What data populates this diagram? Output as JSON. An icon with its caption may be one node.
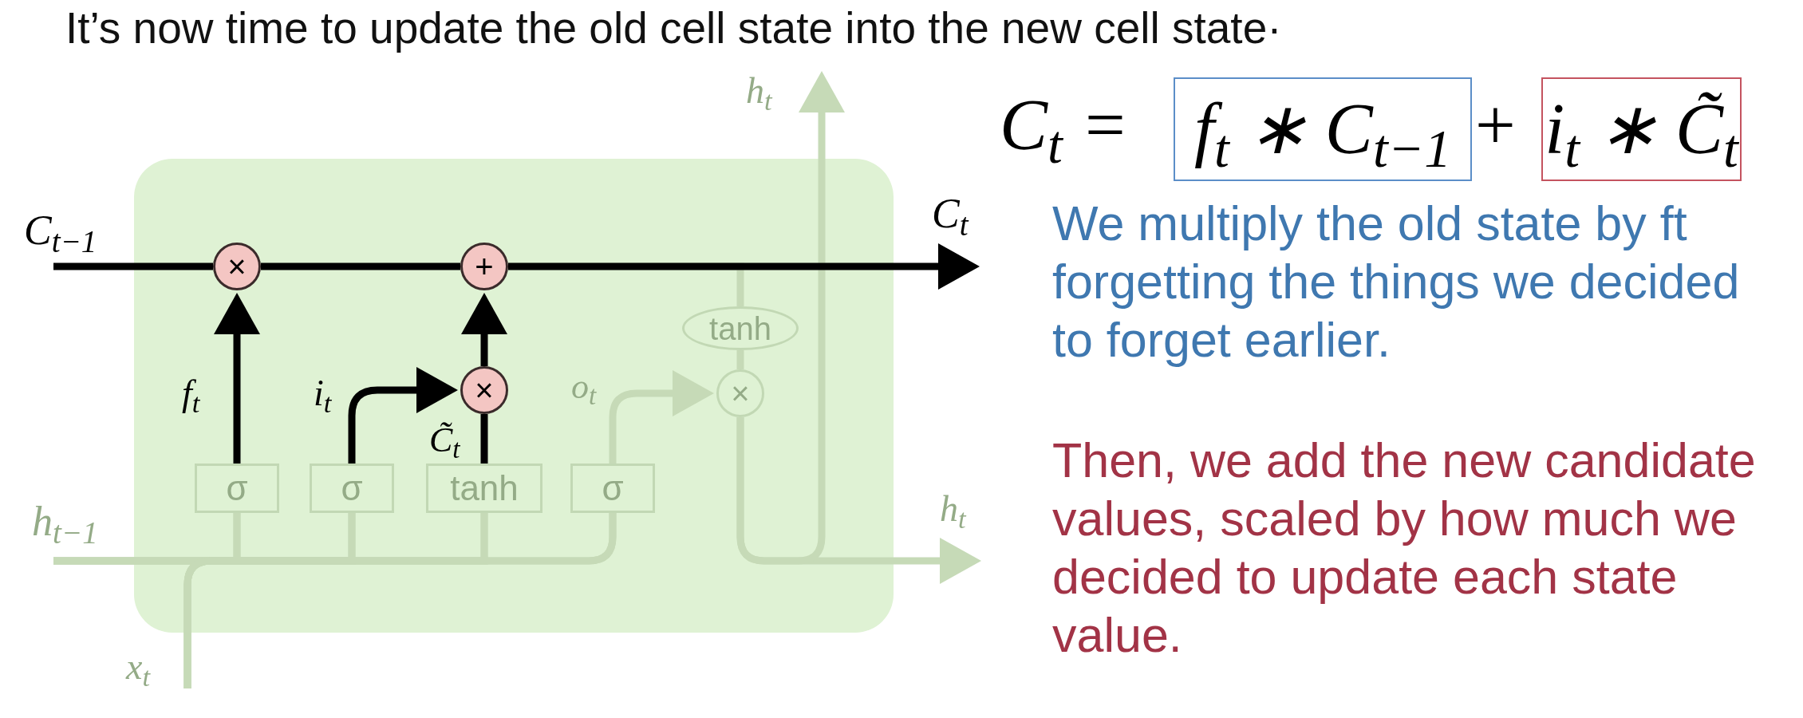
{
  "diagram": {
    "title": "It’s now time to update the old cell state into the new cell state·",
    "nodes": [
      {
        "text": [],
        "shape": "box"
      },
      {
        "text": [
          "×"
        ],
        "in": 0
      },
      {
        "text": [
          "+"
        ],
        "in": 0
      },
      {
        "text": [
          "tanh"
        ],
        "in": 0
      },
      {
        "text": [
          "×"
        ],
        "in": 0
      },
      {
        "text": [
          "×"
        ],
        "in": 0
      },
      {
        "text": [
          "σ"
        ],
        "in": 0
      },
      {
        "text": [
          "σ"
        ],
        "in": 0
      },
      {
        "text": [
          "tanh"
        ],
        "in": 0
      },
      {
        "text": [
          "σ"
        ],
        "in": 0
      },
      {
        "text": [
          "f$_{t}$ ∗ C$_{t−1}$"
        ]
      },
      {
        "text": [
          "i$_{t}$ ∗ C̃$_{t}$"
        ]
      }
    ],
    "edges": [
      {
        "from": null,
        "to": 1,
        "arrow": "none",
        "label": "C$_{t−1}$",
        "color": "#000000"
      },
      {
        "from": 1,
        "to": 2,
        "arrow": "none",
        "color": "#000000"
      },
      {
        "from": 2,
        "to": null,
        "arrow": "to",
        "label": "C$_{t}$",
        "color": "#000000"
      },
      {
        "from": 6,
        "to": 1,
        "arrow": "to",
        "label": "f$_{t}$",
        "color": "#000000"
      },
      {
        "from": 7,
        "to": 4,
        "arrow": "to",
        "label": "i$_{t}$",
        "color": "#000000"
      },
      {
        "from": 8,
        "to": 4,
        "arrow": "none",
        "label": "C̃$_{t}$",
        "color": "#000000"
      },
      {
        "from": 4,
        "to": 2,
        "arrow": "to",
        "color": "#000000"
      },
      {
        "from": 2,
        "to": 3,
        "arrow": "none"
      },
      {
        "from": 3,
        "to": 5,
        "arrow": "none"
      },
      {
        "from": 9,
        "to": 5,
        "arrow": "to",
        "label": "o$_{t}$"
      },
      {
        "from": 5,
        "to": null,
        "arrow": "to",
        "label": "h$_{t}$"
      },
      {
        "from": 5,
        "to": null,
        "arrow": "to",
        "label": "h$_{t}$"
      },
      {
        "from": null,
        "to": 6,
        "arrow": "none"
      },
      {
        "from": null,
        "to": 7,
        "arrow": "none"
      },
      {
        "from": null,
        "to": 8,
        "arrow": "none"
      },
      {
        "from": null,
        "to": 9,
        "arrow": "none"
      },
      {
        "from": null,
        "to": 6,
        "arrow": "none"
      },
      {
        "from": null,
        "to": 7,
        "arrow": "none"
      },
      {
        "from": null,
        "to": 8,
        "arrow": "none"
      },
      {
        "from": null,
        "to": 9,
        "arrow": "none"
      }
    ],
    "labels": [
      "C$_{t}$ =",
      "+",
      "We multiply the old state by ft forgetting the things we decided to forget earlier.",
      "Then, we add the new candidate values, scaled by how much we decided to update each state value.",
      "h$_{t−1}$",
      "x$_{t}$"
    ]
  }
}
